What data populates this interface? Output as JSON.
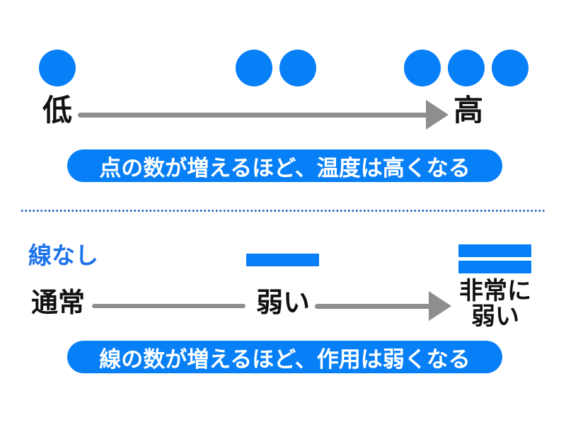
{
  "colors": {
    "blue": "#077ff7",
    "label-blue": "#1c72e8",
    "dotted-blue": "#3069cc",
    "gray": "#8e8e8e",
    "black": "#111111",
    "white": "#ffffff"
  },
  "top_section": {
    "dot_groups": [
      {
        "name": "one-dot",
        "count": 1
      },
      {
        "name": "two-dots",
        "count": 2
      },
      {
        "name": "three-dots",
        "count": 3
      }
    ],
    "left_label": "低",
    "right_label": "高",
    "caption": "点の数が増えるほど、温度は高くなる"
  },
  "bottom_section": {
    "no_line_label": "線なし",
    "line_groups": [
      {
        "name": "one-line",
        "count": 1
      },
      {
        "name": "two-lines",
        "count": 2
      }
    ],
    "left_label": "通常",
    "middle_label": "弱い",
    "right_label_line1": "非常に",
    "right_label_line2": "弱い",
    "caption": "線の数が増えるほど、作用は弱くなる"
  }
}
